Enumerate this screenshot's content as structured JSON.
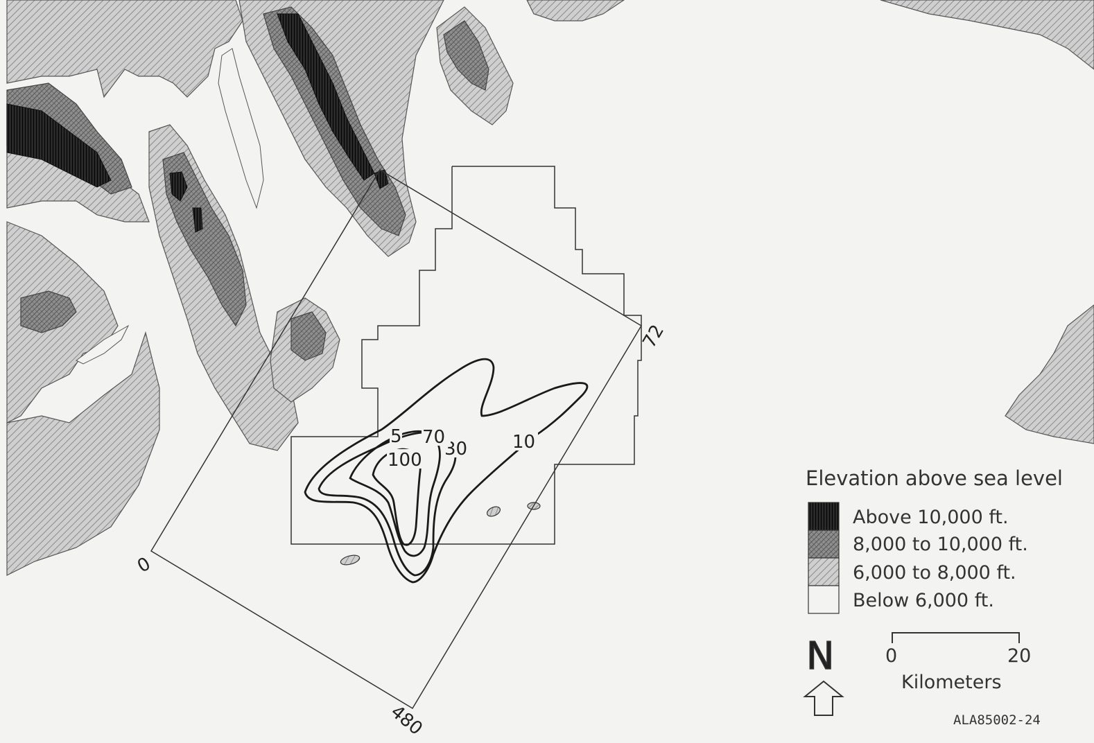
{
  "legend": {
    "title": "Elevation above sea level",
    "items": [
      {
        "label": "Above 10,000 ft.",
        "fill": "#262626"
      },
      {
        "label": "8,000 to 10,000 ft.",
        "fill": "#7a7a7a"
      },
      {
        "label": "6,000 to 8,000 ft.",
        "fill": "#c6c6c6"
      },
      {
        "label": "Below 6,000 ft.",
        "fill": "#f3f3f1"
      }
    ]
  },
  "north": {
    "letter": "N"
  },
  "scale": {
    "start": "0",
    "end": "20",
    "unit": "Kilometers"
  },
  "grid_labels": {
    "origin": "0",
    "x_end": "72",
    "y_end": "480"
  },
  "contours": [
    {
      "label": "5"
    },
    {
      "label": "10"
    },
    {
      "label": "30"
    },
    {
      "label": "70"
    },
    {
      "label": "100"
    }
  ],
  "figure_code": "ALA85002-24",
  "colors": {
    "background": "#f3f3f1",
    "ink": "#222222"
  }
}
